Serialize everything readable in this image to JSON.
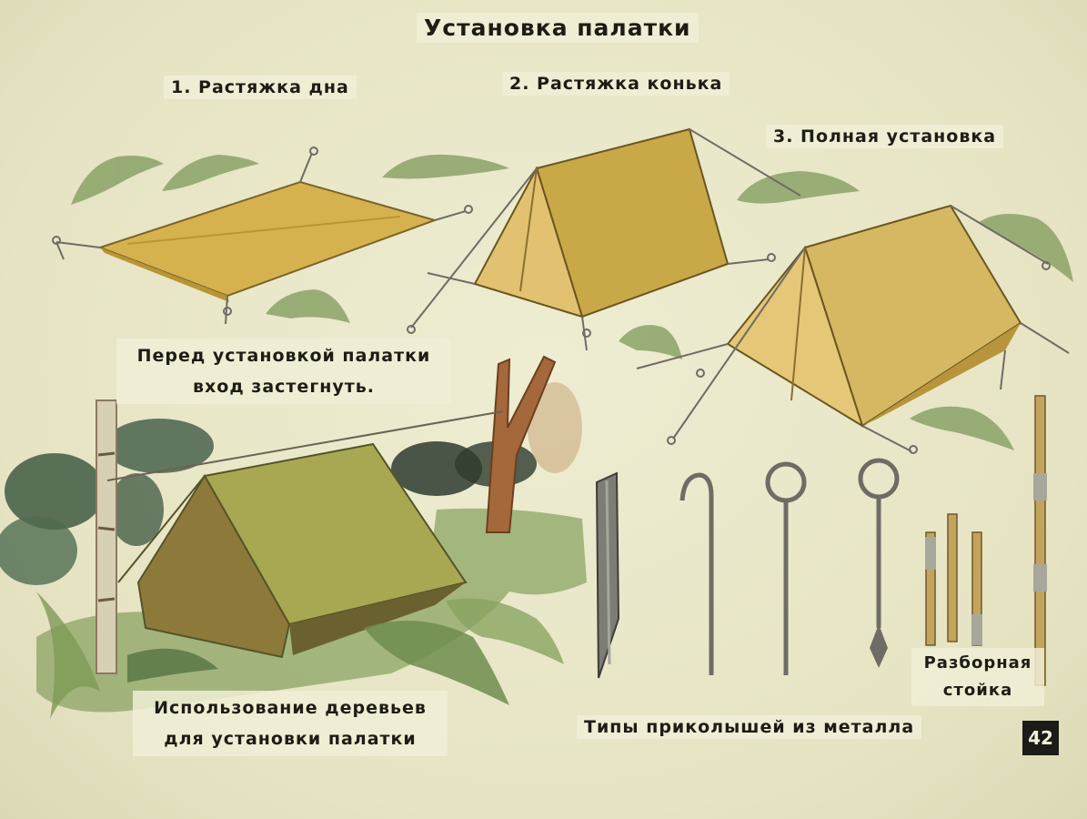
{
  "title": "Установка палатки",
  "steps": {
    "floor": "1. Растяжка дна",
    "ridge": "2. Растяжка конька",
    "full": "3. Полная установка"
  },
  "note": {
    "line1": "Перед установкой палатки",
    "line2": "вход застегнуть."
  },
  "trees_caption": {
    "line1": "Использование деревьев",
    "line2": "для установки палатки"
  },
  "pegs_caption": "Типы приколышей из металла",
  "pole_caption": {
    "line1": "Разборная",
    "line2": "стойка"
  },
  "page_number": "42",
  "colors": {
    "background": "#e9e7c8",
    "tent_yellow": "#d9b560",
    "tent_green": "#9c9a48",
    "grass": "#6e8a4e",
    "metal": "#6e6c64"
  }
}
